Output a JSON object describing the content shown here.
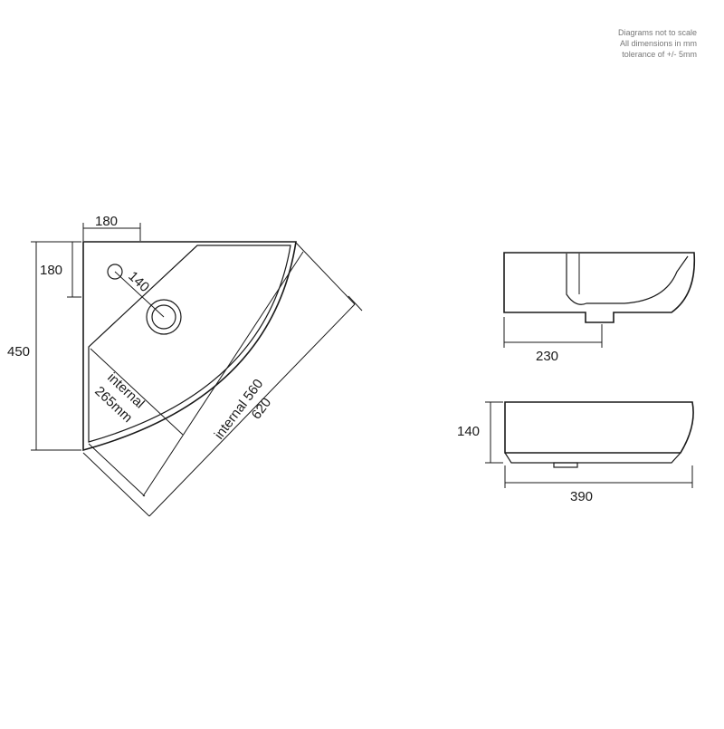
{
  "notes": {
    "line1": "Diagrams not to scale",
    "line2": "All dimensions in mm",
    "line3": "tolerance of +/- 5mm"
  },
  "plan_view": {
    "top_offset": "180",
    "side_offset": "180",
    "height": "450",
    "waste_diameter": "140",
    "internal_depth_line1": "internal",
    "internal_depth_line2": "265mm",
    "internal_width": "internal 560",
    "overall_width": "620"
  },
  "side_view": {
    "depth": "230"
  },
  "front_view": {
    "height": "140",
    "width": "390"
  }
}
